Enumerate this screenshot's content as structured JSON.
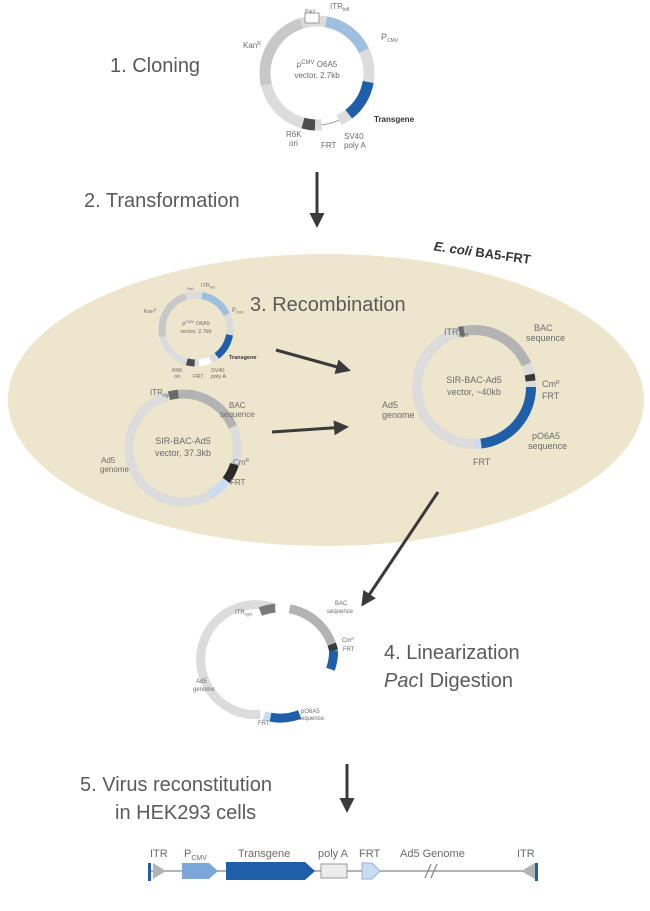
{
  "steps": {
    "cloning": "1. Cloning",
    "transformation": "2. Transformation",
    "recombination": "3. Recombination",
    "linearization": "4. Linearization",
    "digestion_italic": "Pac",
    "digestion_rest": "I Digestion",
    "virus_line1": "5. Virus reconstitution",
    "virus_line2": "in HEK293 cells"
  },
  "ecoli": {
    "italic": "E. coli",
    "rest": " BA5-FRT"
  },
  "plasmid_small": {
    "center_line1_base": "p",
    "center_line1_sup": "CMV",
    "center_line1_rest": " O6A5",
    "center_line2": "vector, 2.7kb",
    "pacI": "PacI",
    "itr_left_base": "ITR",
    "itr_left_sub": "left",
    "kan_base": "Kan",
    "kan_sup": "R",
    "pcmv_base": "P",
    "pcmv_sub": "CMV",
    "transgene": "Transgene",
    "sv40_line1": "SV40",
    "sv40_line2": "poly A",
    "frt": "FRT",
    "r6k_line1": "R6K",
    "r6k_line2": "ori"
  },
  "bac_vector": {
    "center_line1": "SIR-BAC-Ad5",
    "center_line2": "vector, 37.3kb",
    "itr_right_base": "ITR",
    "itr_right_sub": "right",
    "bac_line1": "BAC",
    "bac_line2": "sequence",
    "cm_base": "Cm",
    "cm_sup": "R",
    "frt": "FRT",
    "ad5_line1": "Ad5",
    "ad5_line2": "genome"
  },
  "recombined": {
    "center_line1": "SIR-BAC-Ad5",
    "center_line2": "vector, ~40kb",
    "itr_right_base": "ITR",
    "itr_right_sub": "right",
    "bac_line1": "BAC",
    "bac_line2": "sequence",
    "cm_base": "Cm",
    "cm_sup": "R",
    "frt_top": "FRT",
    "po6a5_line1": "pO6A5",
    "po6a5_line2": "sequence",
    "frt_bottom": "FRT",
    "ad5_line1": "Ad5",
    "ad5_line2": "genome"
  },
  "linear_map": {
    "itr_left": "ITR",
    "pcmv_base": "P",
    "pcmv_sub": "CMV",
    "transgene": "Transgene",
    "polya": "poly A",
    "frt": "FRT",
    "ad5": "Ad5 Genome",
    "itr_right": "ITR"
  },
  "colors": {
    "ring_light": "#dcdcdc",
    "ring_mid": "#b3b3b3",
    "ring_dark": "#6b6b6b",
    "blue_light": "#9fbfe1",
    "blue_pale": "#c9dcf0",
    "blue_dark": "#1f5ea8",
    "ellipse": "#ede5cc",
    "arrow": "#3a3a3a"
  }
}
